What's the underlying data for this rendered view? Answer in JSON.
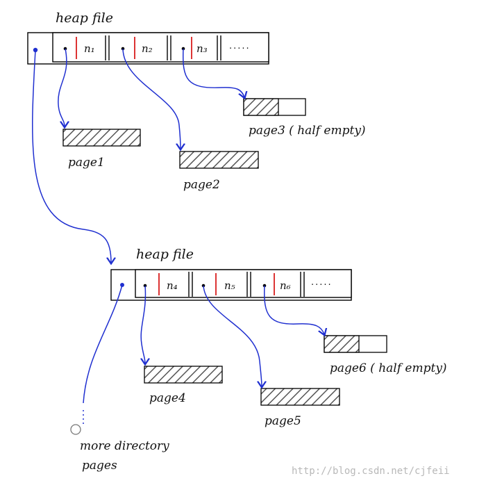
{
  "directory_1": {
    "title": "heap file",
    "entries": [
      "n₁",
      "n₂",
      "n₃"
    ],
    "ellipsis": "·····"
  },
  "directory_2": {
    "title": "heap file",
    "entries": [
      "n₄",
      "n₅",
      "n₆"
    ],
    "ellipsis": "·····"
  },
  "pages": {
    "page1": "page1",
    "page2": "page2",
    "page3": "page3 ( half empty)",
    "page4": "page4",
    "page5": "page5",
    "page6": "page6 ( half empty)"
  },
  "more_directory": {
    "line1": "more directory",
    "line2": "pages"
  },
  "watermark": "http://blog.csdn.net/cjfeii",
  "colors": {
    "arrow": "#1f2fd0",
    "separator_red": "#d40000",
    "hatch": "#555555"
  }
}
